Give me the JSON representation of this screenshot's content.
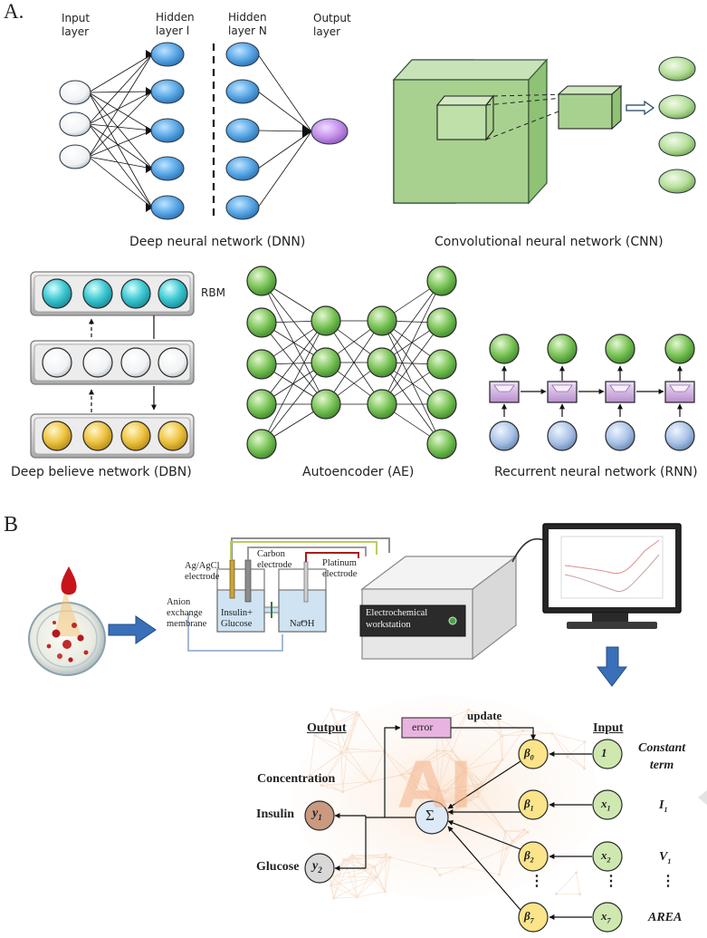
{
  "panel_a": {
    "letter": "A.",
    "dnn": {
      "input_label": [
        "Input",
        "layer"
      ],
      "hidden1_label": [
        "Hidden",
        "layer l"
      ],
      "hiddenN_label": [
        "Hidden",
        "layer N"
      ],
      "output_label": [
        "Output",
        "layer"
      ],
      "caption": "Deep neural network (DNN)"
    },
    "cnn": {
      "caption": "Convolutional neural network (CNN)"
    },
    "dbn": {
      "rbm_label": "RBM",
      "caption": "Deep believe network (DBN)"
    },
    "ae": {
      "caption": "Autoencoder (AE)"
    },
    "rnn": {
      "caption": "Recurrent neural network (RNN)"
    }
  },
  "panel_b": {
    "letter": "B",
    "setup": {
      "ag_label": [
        "Ag/AgCl",
        "electrode"
      ],
      "carbon_label": [
        "Carbon",
        "electrode"
      ],
      "platinum_label": [
        "Platinum",
        "electrode"
      ],
      "membrane_label": [
        "Anion",
        "exchange",
        "membrane"
      ],
      "cell_left_label": [
        "Insulin+",
        "Glucose"
      ],
      "cell_right_label": "NaOH",
      "workstation_label": [
        "Electrochemical",
        "workstation"
      ]
    },
    "model": {
      "watermark": "AI",
      "output_heading": "Output",
      "input_heading": "Input",
      "error_label": "error",
      "update_label": "update",
      "concentration_label": "Concentration",
      "sum_symbol": "Σ",
      "outputs": [
        {
          "name": "Insulin",
          "symbol": "y",
          "sub": "1"
        },
        {
          "name": "Glucose",
          "symbol": "y",
          "sub": "2"
        }
      ],
      "rows": [
        {
          "beta_sub": "0",
          "input": "1",
          "input_sub": "",
          "term": "Constant",
          "term2": "term",
          "term_sub": ""
        },
        {
          "beta_sub": "1",
          "input": "x",
          "input_sub": "1",
          "term": "I",
          "term2": "",
          "term_sub": "1"
        },
        {
          "beta_sub": "2",
          "input": "x",
          "input_sub": "2",
          "term": "V",
          "term2": "",
          "term_sub": "1"
        },
        {
          "beta_sub": "7",
          "input": "x",
          "input_sub": "7",
          "term": "AREA",
          "term2": "",
          "term_sub": ""
        }
      ],
      "ellipsis": "⋮"
    }
  }
}
